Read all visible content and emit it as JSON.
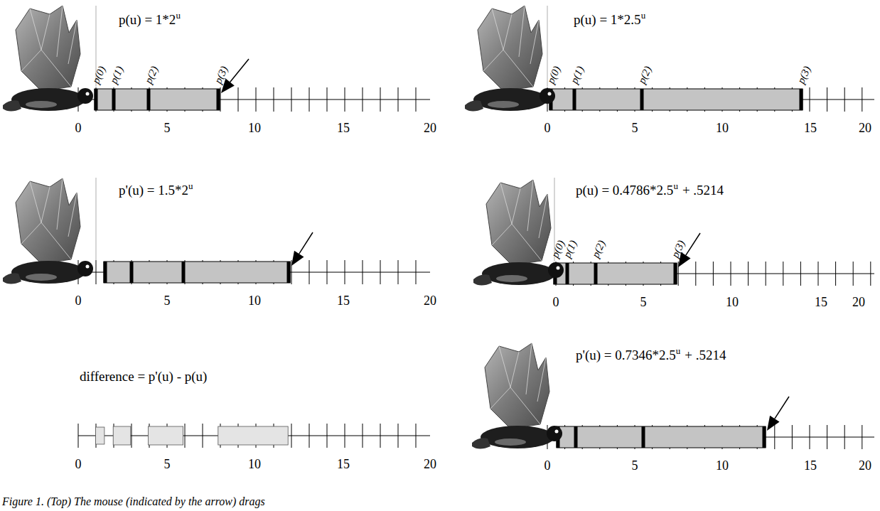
{
  "diagram": {
    "caption": "Figure 1. (Top) The mouse (indicated by the arrow) drags",
    "labels": [
      "p(u) = 1*2",
      "u",
      "p(0)",
      "p(1)",
      "p(2)",
      "p(3)",
      "0",
      "5",
      "10",
      "15",
      "20",
      "p'(u) = 1.5*2",
      "u",
      "0",
      "5",
      "10",
      "15",
      "20",
      "difference = p'(u) - p(u)",
      "0",
      "5",
      "10",
      "15",
      "20",
      "p(u) = 1*2.5",
      "u",
      "p(0)",
      "p(1)",
      "p(2)",
      "p(3)",
      "0",
      "5",
      "10",
      "15",
      "20",
      "p(u) = 0.4786*2.5",
      "u",
      "+ .5214",
      "p(0)",
      "p(1)",
      "p(2)",
      "p(3)",
      "0",
      "5",
      "10",
      "15",
      "20",
      "p'(u) = 0.7346*2.5",
      "u",
      "+ .5214",
      "0",
      "5",
      "10",
      "15",
      "20"
    ]
  }
}
